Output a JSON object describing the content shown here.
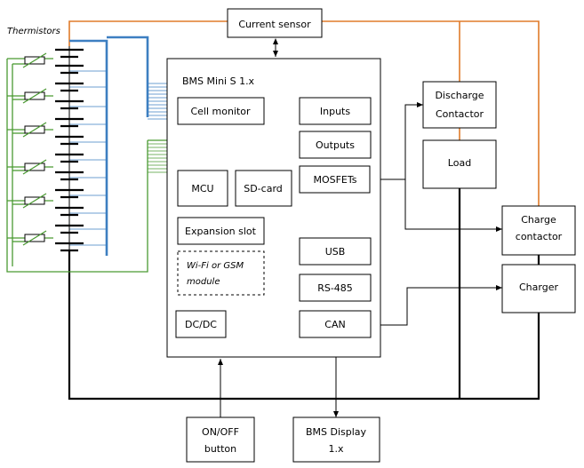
{
  "labels": {
    "thermistors": "Thermistors",
    "current_sensor": "Current sensor",
    "bms_title": "BMS Mini S 1.x",
    "cell_monitor": "Cell monitor",
    "inputs": "Inputs",
    "outputs": "Outputs",
    "mcu": "MCU",
    "sd_card": "SD-card",
    "mosfets": "MOSFETs",
    "expansion_slot": "Expansion slot",
    "wifi_line1": "Wi-Fi or GSM",
    "wifi_line2": "module",
    "usb": "USB",
    "rs485": "RS-485",
    "dcdc": "DC/DC",
    "can": "CAN",
    "discharge_line1": "Discharge",
    "discharge_line2": "Contactor",
    "load": "Load",
    "charge_line1": "Charge",
    "charge_line2": "contactor",
    "charger": "Charger",
    "onoff_line1": "ON/OFF",
    "onoff_line2": "button",
    "display_line1": "BMS Display",
    "display_line2": "1.x"
  },
  "colors": {
    "power_wire": "#000000",
    "current_loop": "#e07b2a",
    "thermistor_wire": "#4a9a32",
    "cell_tap_bus": "#3d7fc1"
  }
}
